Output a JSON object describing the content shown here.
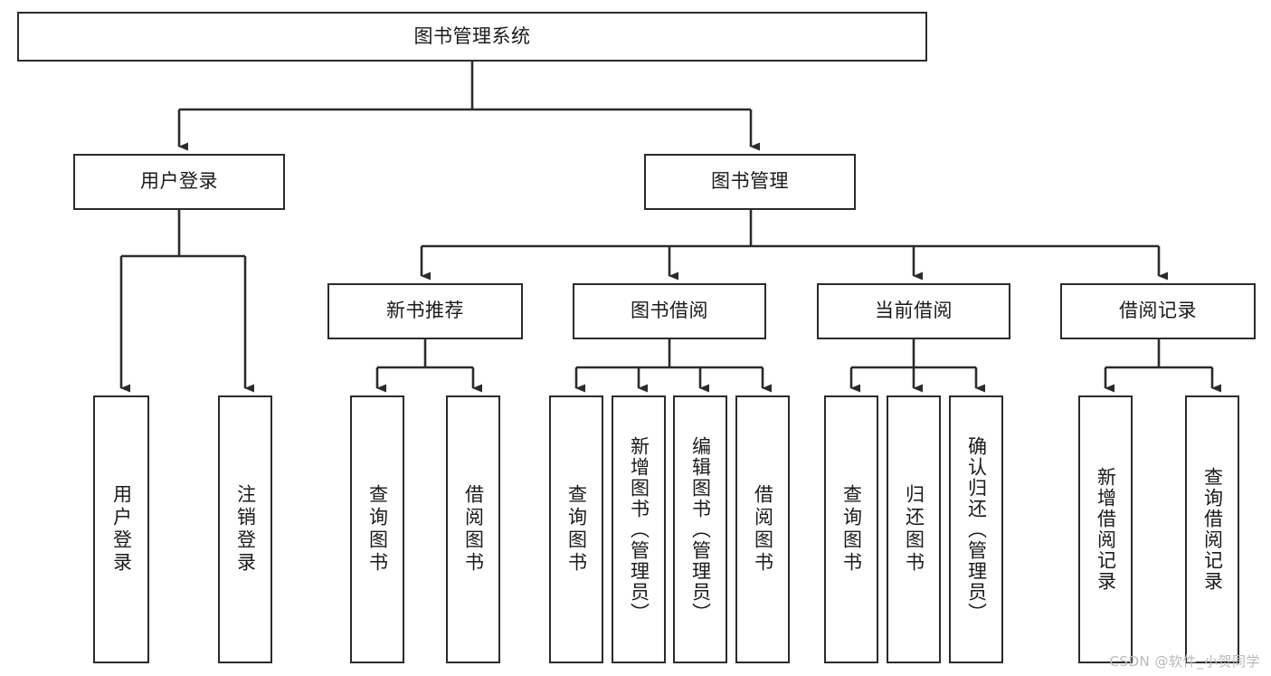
{
  "diagram": {
    "type": "tree-hierarchy-chart",
    "title": "图书管理系统",
    "line_color": "#2b2b2b",
    "box_fill": "#ffffff",
    "text_color": "#1a1a1a",
    "levels": 4,
    "root": {
      "label": "图书管理系统",
      "orientation": "horizontal"
    },
    "level2": [
      {
        "label": "用户登录",
        "orientation": "horizontal"
      },
      {
        "label": "图书管理",
        "orientation": "horizontal"
      }
    ],
    "level3": [
      {
        "label": "新书推荐",
        "orientation": "horizontal",
        "parent": "图书管理"
      },
      {
        "label": "图书借阅",
        "orientation": "horizontal",
        "parent": "图书管理"
      },
      {
        "label": "当前借阅",
        "orientation": "horizontal",
        "parent": "图书管理"
      },
      {
        "label": "借阅记录",
        "orientation": "horizontal",
        "parent": "图书管理"
      }
    ],
    "leaves": [
      {
        "label": "用户登录",
        "orientation": "vertical",
        "parent": "用户登录"
      },
      {
        "label": "注销登录",
        "orientation": "vertical",
        "parent": "用户登录"
      },
      {
        "label": "查询图书",
        "orientation": "vertical",
        "parent": "新书推荐"
      },
      {
        "label": "借阅图书",
        "orientation": "vertical",
        "parent": "新书推荐"
      },
      {
        "label": "查询图书",
        "orientation": "vertical",
        "parent": "图书借阅"
      },
      {
        "label": "新增图书（管理员）",
        "orientation": "vertical",
        "parent": "图书借阅"
      },
      {
        "label": "编辑图书（管理员）",
        "orientation": "vertical",
        "parent": "图书借阅"
      },
      {
        "label": "借阅图书",
        "orientation": "vertical",
        "parent": "图书借阅"
      },
      {
        "label": "查询图书",
        "orientation": "vertical",
        "parent": "当前借阅"
      },
      {
        "label": "归还图书",
        "orientation": "vertical",
        "parent": "当前借阅"
      },
      {
        "label": "确认归还（管理员）",
        "orientation": "vertical",
        "parent": "当前借阅"
      },
      {
        "label": "新增借阅记录",
        "orientation": "vertical",
        "parent": "借阅记录"
      },
      {
        "label": "查询借阅记录",
        "orientation": "vertical",
        "parent": "借阅记录"
      }
    ]
  },
  "watermark": {
    "text": "CSDN @软件_小贺同学",
    "color": "#b9b9b9"
  }
}
